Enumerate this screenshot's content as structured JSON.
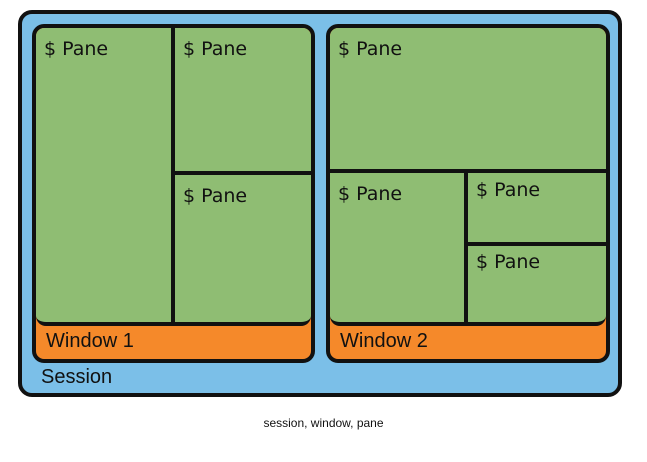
{
  "diagram": {
    "session_label": "Session",
    "windows": [
      {
        "label": "Window 1",
        "panes": [
          "$ Pane",
          "$ Pane",
          "$ Pane"
        ]
      },
      {
        "label": "Window 2",
        "panes": [
          "$ Pane",
          "$ Pane",
          "$ Pane",
          "$ Pane"
        ]
      }
    ],
    "caption": "session, window, pane"
  },
  "colors": {
    "session": "#7bbfe8",
    "window": "#f5892a",
    "pane": "#8fbd73",
    "border": "#111111"
  }
}
